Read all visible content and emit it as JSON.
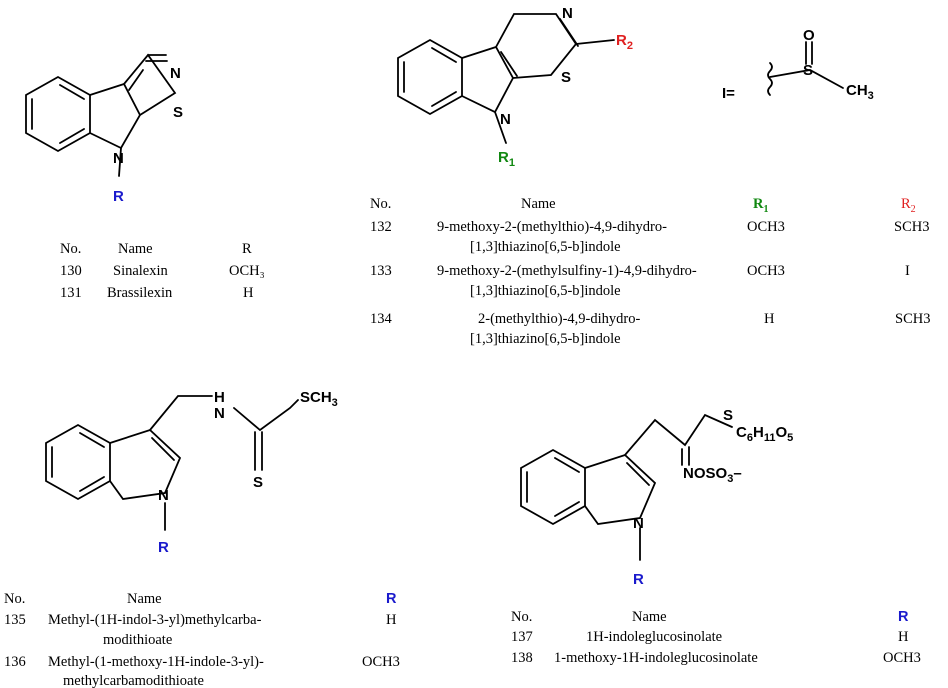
{
  "colors": {
    "R_blue": "#1a1acc",
    "R1_green": "#118811",
    "R2_red": "#e02020",
    "line": "#000000"
  },
  "atoms": {
    "N": "N",
    "S": "S",
    "R": "R",
    "R1": "R",
    "R1_sub": "1",
    "R2": "R",
    "R2_sub": "2",
    "H": "H",
    "ieq": "I=",
    "O": "O",
    "CH3": "CH",
    "CH3_sub": "3",
    "SCH3": "SCH",
    "SCH3_sub": "3",
    "C6": "C",
    "C6_a": "6",
    "H11": "H",
    "H11_a": "11",
    "O5": "O",
    "O5_a": "5",
    "NOSO": "NOSO",
    "NOSO_a": "3",
    "minus": "–"
  },
  "table1": {
    "headers": [
      "No.",
      "Name",
      "R"
    ],
    "rows": [
      [
        "130",
        "Sinalexin",
        "OCH₃"
      ],
      [
        "131",
        "Brassilexin",
        "H"
      ]
    ]
  },
  "table2": {
    "headers": [
      "No.",
      "Name",
      "R₁",
      "R₂"
    ],
    "h_R1": "R",
    "h_R1_sub": "1",
    "h_R2": "R",
    "h_R2_sub": "2",
    "rows": [
      {
        "no": "132",
        "name1": "9-methoxy-2-(methylthio)-4,9-dihydro-",
        "name2": "[1,3]thiazino[6,5-b]indole",
        "r1": "OCH3",
        "r2": "SCH3"
      },
      {
        "no": "133",
        "name1": "9-methoxy-2-(methylsulfiny-1)-4,9-dihydro-",
        "name2": "[1,3]thiazino[6,5-b]indole",
        "r1": "OCH3",
        "r2": "I"
      },
      {
        "no": "134",
        "name1": "2-(methylthio)-4,9-dihydro-",
        "name2": "[1,3]thiazino[6,5-b]indole",
        "r1": "H",
        "r2": "SCH3"
      }
    ]
  },
  "table3": {
    "headers": [
      "No.",
      "Name",
      "R"
    ],
    "rows": [
      {
        "no": "135",
        "name1": "Methyl-(1H-indol-3-yl)methylcarba-",
        "name2": "modithioate",
        "r": "H"
      },
      {
        "no": "136",
        "name1": "Methyl-(1-methoxy-1H-indole-3-yl)-",
        "name2": "methylcarbamodithioate",
        "r": "OCH3"
      }
    ]
  },
  "table4": {
    "headers": [
      "No.",
      "Name",
      "R"
    ],
    "rows": [
      {
        "no": "137",
        "name": "1H-indoleglucosinolate",
        "r": "H"
      },
      {
        "no": "138",
        "name": "1-methoxy-1H-indoleglucosinolate",
        "r": "OCH3"
      }
    ]
  }
}
